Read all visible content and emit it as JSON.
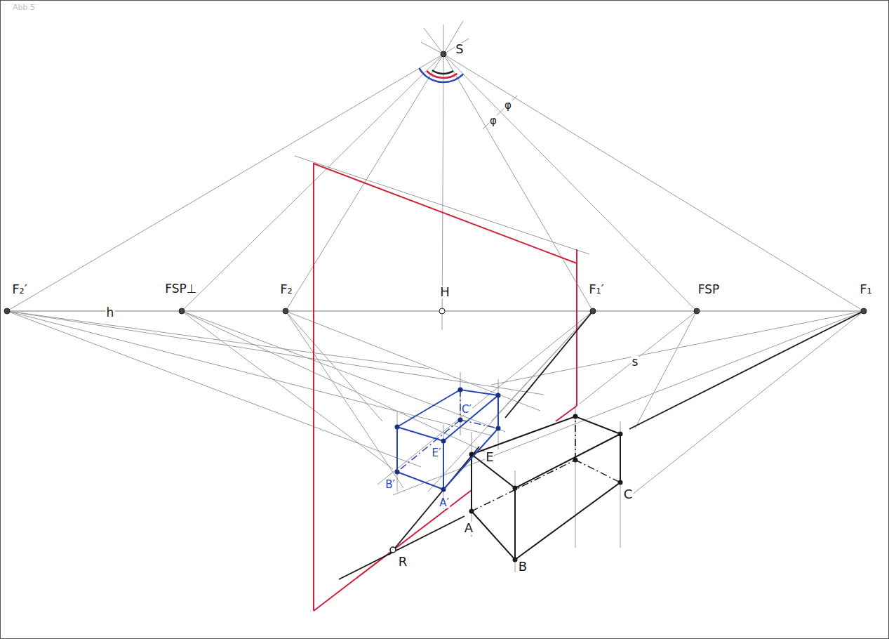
{
  "diagram": {
    "labels": [
      "Abb 5",
      "S",
      "F₂′",
      "FSP⊥",
      "F₂",
      "H",
      "F₁′",
      "FSP",
      "F₁",
      "h",
      "s",
      "φ",
      "φ",
      "C′",
      "E′",
      "B′",
      "A′",
      "E",
      "A",
      "B",
      "C",
      "R"
    ]
  }
}
